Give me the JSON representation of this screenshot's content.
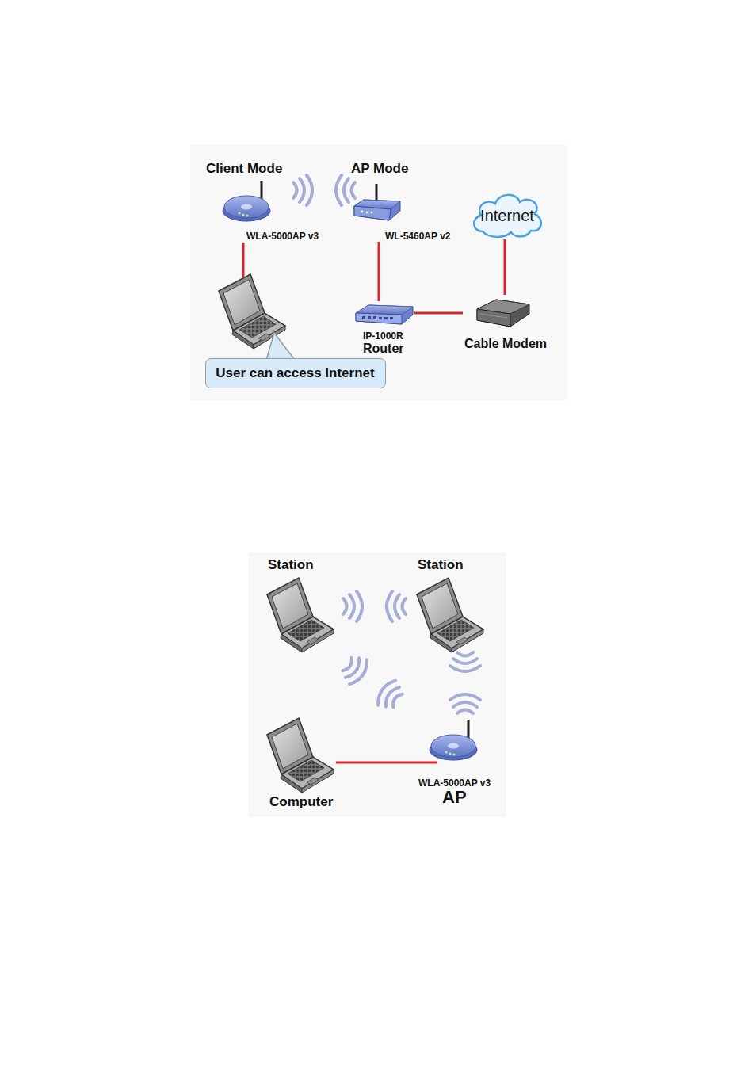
{
  "diagram": {
    "nodes": [
      {
        "text": [
          "Client Mode",
          "WLA-5000AP v3"
        ]
      },
      {
        "text": [
          "AP Mode",
          "WL-5460AP v2"
        ]
      },
      {
        "text": [
          "Internet"
        ]
      },
      {
        "text": [
          "User can access Internet"
        ]
      },
      {
        "text": [
          "IP-1000R",
          "Router"
        ]
      },
      {
        "text": [
          "Cable Modem"
        ]
      },
      {
        "text": [
          "Station"
        ]
      },
      {
        "text": [
          "Station"
        ]
      },
      {
        "text": [
          "Computer"
        ]
      },
      {
        "text": [
          "WLA-5000AP v3",
          "AP"
        ]
      }
    ],
    "edges": [
      {
        "from": 1,
        "to": 4,
        "arrow": "none"
      },
      {
        "from": 4,
        "to": 5,
        "arrow": "none"
      },
      {
        "from": 5,
        "to": 2,
        "arrow": "none"
      },
      {
        "from": 8,
        "to": 9,
        "arrow": "none"
      }
    ]
  }
}
